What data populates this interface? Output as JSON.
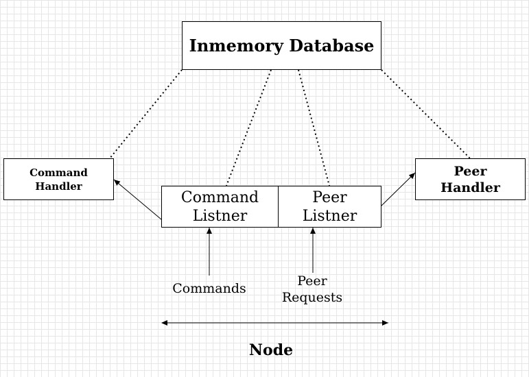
{
  "diagram": {
    "database": "Inmemory Database",
    "command_handler": "Command\nHandler",
    "peer_handler": "Peer\nHandler",
    "command_listener": "Command\nListner",
    "peer_listener": "Peer\nListner",
    "commands_label": "Commands",
    "peer_requests_label": "Peer\nRequests",
    "node_label": "Node"
  }
}
